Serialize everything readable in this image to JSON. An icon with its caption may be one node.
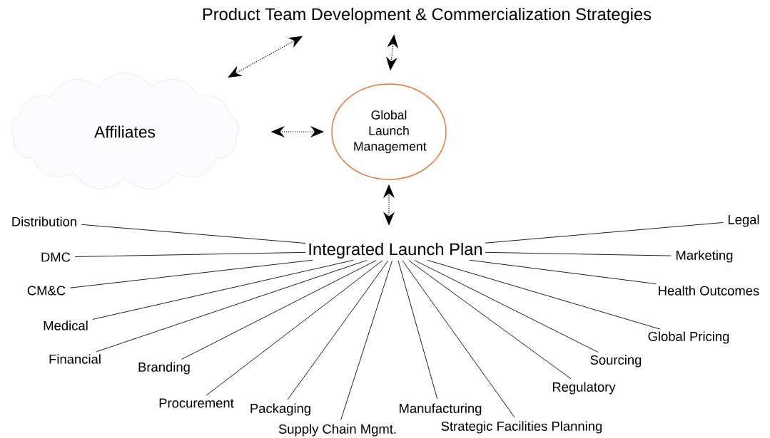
{
  "diagram": {
    "nodes": [
      {
        "text": [
          "Product Team Development & Commercialization Strategies"
        ]
      },
      {
        "text": [
          "Affiliates"
        ]
      },
      {
        "text": [
          "Global Launch Management"
        ]
      },
      {
        "text": [
          "Integrated Launch Plan"
        ]
      },
      {
        "text": [
          "Distribution"
        ]
      },
      {
        "text": [
          "DMC"
        ]
      },
      {
        "text": [
          "CM&C"
        ]
      },
      {
        "text": [
          "Medical"
        ]
      },
      {
        "text": [
          "Financial"
        ]
      },
      {
        "text": [
          "Branding"
        ]
      },
      {
        "text": [
          "Procurement"
        ]
      },
      {
        "text": [
          "Packaging"
        ]
      },
      {
        "text": [
          "Supply Chain Mgmt."
        ]
      },
      {
        "text": [
          "Manufacturing"
        ]
      },
      {
        "text": [
          "Strategic Facilities Planning"
        ]
      },
      {
        "text": [
          "Regulatory"
        ]
      },
      {
        "text": [
          "Sourcing"
        ]
      },
      {
        "text": [
          "Global Pricing"
        ]
      },
      {
        "text": [
          "Health Outcomes"
        ]
      },
      {
        "text": [
          "Marketing"
        ]
      },
      {
        "text": [
          "Legal"
        ]
      }
    ],
    "edges": [
      {
        "from": 1,
        "to": 0,
        "arrow": "both",
        "style": "dashed"
      },
      {
        "from": 2,
        "to": 0,
        "arrow": "both",
        "style": "dashed"
      },
      {
        "from": 1,
        "to": 2,
        "arrow": "both",
        "style": "dashed"
      },
      {
        "from": 2,
        "to": 3,
        "arrow": "both",
        "style": "dashed"
      },
      {
        "from": 4,
        "to": 3,
        "arrow": "none"
      },
      {
        "from": 5,
        "to": 3,
        "arrow": "none"
      },
      {
        "from": 6,
        "to": 3,
        "arrow": "none"
      },
      {
        "from": 7,
        "to": 3,
        "arrow": "none"
      },
      {
        "from": 8,
        "to": 3,
        "arrow": "none"
      },
      {
        "from": 9,
        "to": 3,
        "arrow": "none"
      },
      {
        "from": 10,
        "to": 3,
        "arrow": "none"
      },
      {
        "from": 11,
        "to": 3,
        "arrow": "none"
      },
      {
        "from": 12,
        "to": 3,
        "arrow": "none"
      },
      {
        "from": 13,
        "to": 3,
        "arrow": "none"
      },
      {
        "from": 14,
        "to": 3,
        "arrow": "none"
      },
      {
        "from": 15,
        "to": 3,
        "arrow": "none"
      },
      {
        "from": 16,
        "to": 3,
        "arrow": "none"
      },
      {
        "from": 17,
        "to": 3,
        "arrow": "none"
      },
      {
        "from": 18,
        "to": 3,
        "arrow": "none"
      },
      {
        "from": 19,
        "to": 3,
        "arrow": "none"
      },
      {
        "from": 20,
        "to": 3,
        "arrow": "none"
      }
    ]
  }
}
